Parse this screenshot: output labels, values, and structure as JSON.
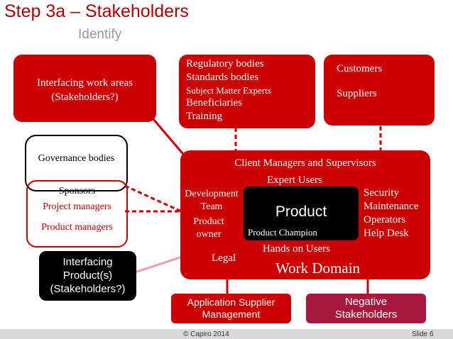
{
  "header": {
    "title": "Step 3a – Stakeholders",
    "subtitle": "Identify"
  },
  "boxes": {
    "interfacing_work_areas": {
      "line1": "Interfacing work areas",
      "line2": "(Stakeholders?)"
    },
    "regulatory": {
      "items": [
        "Regulatory bodies",
        "Standards  bodies",
        "Subject Matter Experts",
        "Beneficiaries",
        "Training"
      ]
    },
    "customers": {
      "line1": "Customers",
      "line2": "Suppliers"
    },
    "governance": {
      "label": "Governance bodies",
      "sponsors": "Sponsors",
      "project_managers": "Project managers",
      "product_managers": "Product managers"
    },
    "work_domain": {
      "client_managers": "Client Managers and Supervisors",
      "expert_users": "Expert Users",
      "development_team_1": "Development",
      "development_team_2": "Team",
      "product_owner_1": "Product",
      "product_owner_2": "owner",
      "legal": "Legal",
      "hands_on_users": "Hands on Users",
      "title": "Work Domain",
      "right_items": [
        "Security",
        "Maintenance",
        "Operators",
        "Help Desk"
      ]
    },
    "product": {
      "title": "Product",
      "champion": "Product Champion"
    },
    "interfacing_product": {
      "line1": "Interfacing",
      "line2": "Product(s)",
      "line3": "(Stakeholders?)"
    },
    "application_supplier": {
      "line1": "Application Supplier",
      "line2": "Management"
    },
    "negative": {
      "line1": "Negative",
      "line2": "Stakeholders"
    }
  },
  "footer": {
    "copyright": "© Capiro 2014",
    "slide": "Slide 6"
  },
  "colors": {
    "red": "#cc0000",
    "dark_red": "#b30000",
    "maroon": "#a8183c",
    "black": "#000000",
    "pink_line": "#e8a0a8"
  }
}
